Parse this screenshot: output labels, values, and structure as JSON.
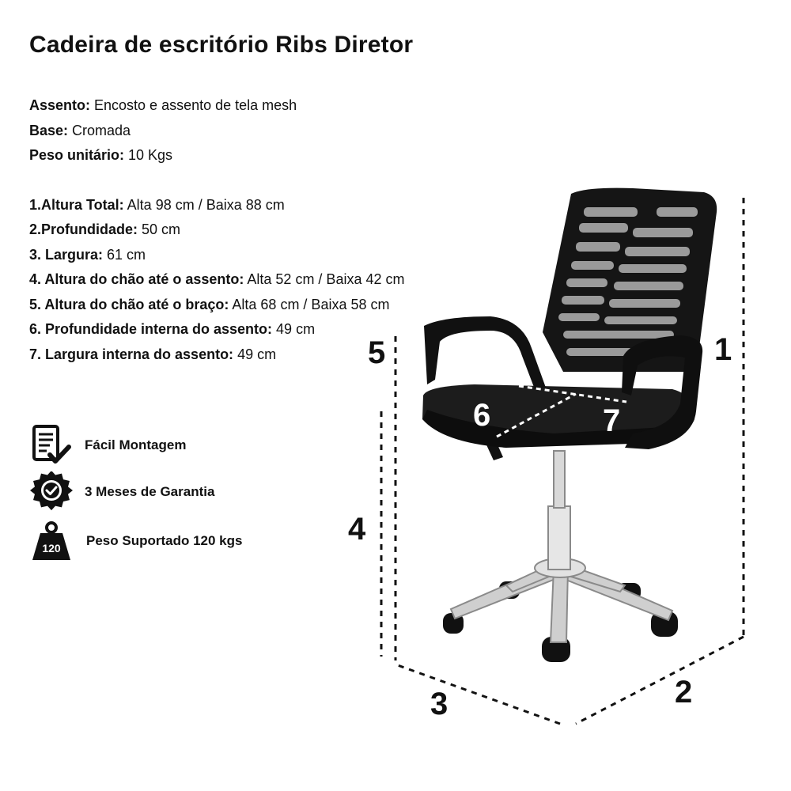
{
  "title": "Cadeira de escritório Ribs Diretor",
  "specs": [
    {
      "key": "Assento:",
      "value": " Encosto e assento de tela mesh"
    },
    {
      "key": "Base:",
      "value": " Cromada"
    },
    {
      "key": "Peso unitário:",
      "value": " 10 Kgs"
    }
  ],
  "dimensions": [
    {
      "key": "1.Altura Total:",
      "value": " Alta 98 cm / Baixa 88 cm"
    },
    {
      "key": "2.Profundidade:",
      "value": " 50 cm"
    },
    {
      "key": "3. Largura:",
      "value": " 61 cm"
    },
    {
      "key": "4. Altura do chão até o assento:",
      "value": "  Alta 52 cm / Baixa 42 cm"
    },
    {
      "key": "5. Altura do chão até o braço:",
      "value": "  Alta 68 cm / Baixa 58 cm"
    },
    {
      "key": "6. Profundidade interna do assento:",
      "value": " 49 cm"
    },
    {
      "key": "7. Largura interna do assento:",
      "value": " 49 cm"
    }
  ],
  "features": [
    {
      "label": "Fácil Montagem",
      "icon": "checklist-icon"
    },
    {
      "label": "3 Meses de Garantia",
      "icon": "warranty-badge-icon"
    },
    {
      "label": "Peso Suportado 120 kgs",
      "icon": "weight-icon",
      "icon_text": "120"
    }
  ],
  "markers": {
    "m1": "1",
    "m2": "2",
    "m3": "3",
    "m4": "4",
    "m5": "5",
    "m6": "6",
    "m7": "7"
  }
}
